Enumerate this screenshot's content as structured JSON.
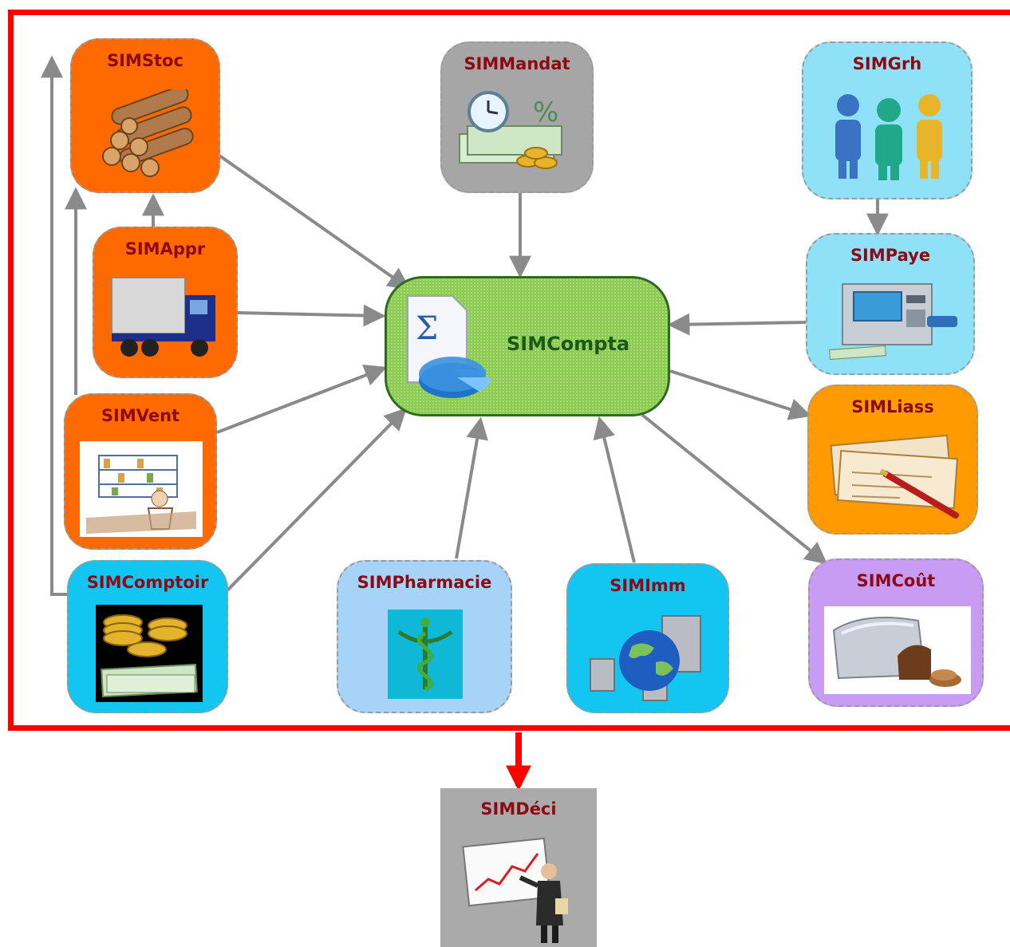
{
  "nodes": {
    "stoc": {
      "label": "SIMStoc",
      "color": "#ff6a00",
      "icon": "logs-icon"
    },
    "mandat": {
      "label": "SIMMandat",
      "color": "#a6a6a6",
      "icon": "money-clock-icon"
    },
    "grh": {
      "label": "SIMGrh",
      "color": "#8ee1f6",
      "icon": "people-icon"
    },
    "appr": {
      "label": "SIMAppr",
      "color": "#ff6a00",
      "icon": "truck-icon"
    },
    "compta": {
      "label": "SIMCompta",
      "color": "#8ccc52",
      "icon": "sigma-pie-icon"
    },
    "paye": {
      "label": "SIMPaye",
      "color": "#8ee1f6",
      "icon": "atm-icon"
    },
    "vent": {
      "label": "SIMVent",
      "color": "#ff6a00",
      "icon": "shop-sketch-icon"
    },
    "liass": {
      "label": "SIMLiass",
      "color": "#ff9a00",
      "icon": "checks-pen-icon"
    },
    "comptoir": {
      "label": "SIMComptoir",
      "color": "#13c6f2",
      "icon": "coins-icon"
    },
    "pharmacie": {
      "label": "SIMPharmacie",
      "color": "#a8d3f8",
      "icon": "caduceus-icon"
    },
    "imm": {
      "label": "SIMImm",
      "color": "#13c6f2",
      "icon": "globe-buildings-icon"
    },
    "cout": {
      "label": "SIMCoût",
      "color": "#c99cf4",
      "icon": "bread-machine-icon"
    },
    "deci": {
      "label": "SIMDéci",
      "color": "#aaaaaa",
      "icon": "presenter-chart-icon"
    }
  },
  "edges": [
    {
      "from": "SIMStoc",
      "to": "SIMCompta"
    },
    {
      "from": "SIMMandat",
      "to": "SIMCompta"
    },
    {
      "from": "SIMGrh",
      "to": "SIMPaye"
    },
    {
      "from": "SIMAppr",
      "to": "SIMStoc"
    },
    {
      "from": "SIMAppr",
      "to": "SIMCompta"
    },
    {
      "from": "SIMPaye",
      "to": "SIMCompta"
    },
    {
      "from": "SIMVent",
      "to": "SIMCompta"
    },
    {
      "from": "SIMVent",
      "to": "SIMStoc"
    },
    {
      "from": "SIMComptoir",
      "to": "SIMStoc"
    },
    {
      "from": "SIMComptoir",
      "to": "SIMCompta"
    },
    {
      "from": "SIMPharmacie",
      "to": "SIMCompta"
    },
    {
      "from": "SIMImm",
      "to": "SIMCompta"
    },
    {
      "from": "SIMCompta",
      "to": "SIMLiass"
    },
    {
      "from": "SIMCompta",
      "to": "SIMCoût"
    },
    {
      "from": "SIM group",
      "to": "SIMDéci"
    }
  ],
  "colors": {
    "frame": "#ff0000",
    "arrow": "#8a8a8a",
    "label": "#8b0a14"
  }
}
